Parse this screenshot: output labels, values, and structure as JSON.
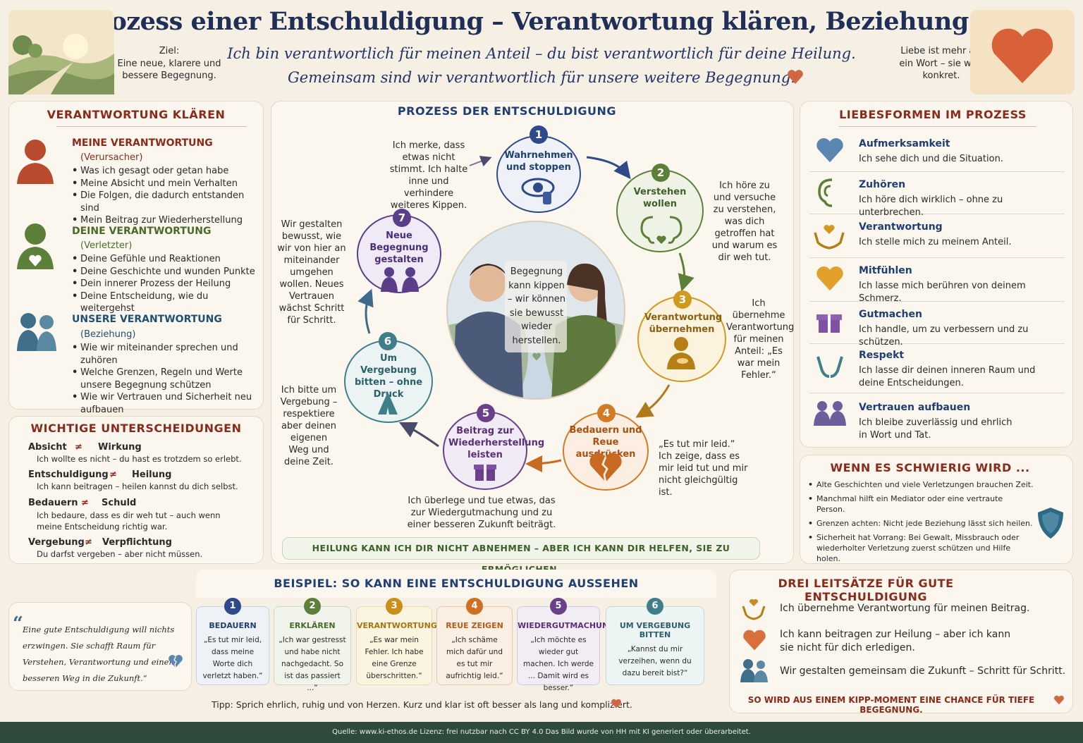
{
  "title": "Der Prozess einer Entschuldigung – Verantwortung klären, Beziehung heilen",
  "goal": {
    "label": "Ziel:",
    "text": "Eine neue, klarere und bessere Begegnung."
  },
  "motto": [
    "Ich bin verantwortlich für meinen Anteil – du bist verantwortlich für deine Heilung.",
    "Gemeinsam sind wir verantwortlich für unsere weitere Begegnung."
  ],
  "love_note": "Liebe ist mehr als ein Wort – sie wird konkret.",
  "responsibility": {
    "heading": "VERANTWORTUNG KLÄREN",
    "mine": {
      "title": "MEINE VERANTWORTUNG",
      "role": "(Verursacher)",
      "items": [
        "Was ich gesagt oder getan habe",
        "Meine Absicht und mein Verhalten",
        "Die Folgen, die dadurch entstanden sind",
        "Mein Beitrag zur Wiederherstellung"
      ]
    },
    "yours": {
      "title": "DEINE VERANTWORTUNG",
      "role": "(Verletzter)",
      "items": [
        "Deine Gefühle und Reaktionen",
        "Deine Geschichte und wunden Punkte",
        "Dein innerer Prozess der Heilung",
        "Deine Entscheidung, wie du weitergehst"
      ]
    },
    "ours": {
      "title": "UNSERE VERANTWORTUNG",
      "role": "(Beziehung)",
      "items": [
        "Wie wir miteinander sprechen und zuhören",
        "Welche Grenzen, Regeln und Werte unsere Begegnung schützen",
        "Wie wir Vertrauen und Sicherheit neu aufbauen"
      ]
    }
  },
  "distinctions": {
    "heading": "WICHTIGE UNTERSCHEIDUNGEN",
    "items": [
      {
        "a": "Absicht",
        "b": "Wirkung",
        "text": "Ich wollte es nicht – du hast es trotzdem so erlebt."
      },
      {
        "a": "Entschuldigung",
        "b": "Heilung",
        "text": "Ich kann beitragen – heilen kannst du dich selbst."
      },
      {
        "a": "Bedauern",
        "b": "Schuld",
        "text": "Ich bedaure, dass es dir weh tut – auch wenn meine Entscheidung richtig war."
      },
      {
        "a": "Vergebung",
        "b": "Verpflichtung",
        "text": "Du darfst vergeben – aber nicht müssen."
      }
    ],
    "neq": "≠"
  },
  "process": {
    "heading": "PROZESS DER ENTSCHULDIGUNG",
    "center": "Begegnung kann kippen – wir können sie bewusst wieder herstellen.",
    "steps": [
      {
        "n": "1",
        "title": "Wahrnehmen und stoppen",
        "desc": "Ich merke, dass etwas nicht stimmt. Ich halte inne und verhindere weiteres Kippen.",
        "color": "#2e4a8a"
      },
      {
        "n": "2",
        "title": "Verstehen wollen",
        "desc": "Ich höre zu und versuche zu verstehen, was dich getroffen hat und warum es dir weh tut.",
        "color": "#5c7f3a"
      },
      {
        "n": "3",
        "title": "Verantwortung übernehmen",
        "desc": "Ich übernehme Verantwortung für meinen Anteil: „Es war mein Fehler.“",
        "color": "#d19a1e"
      },
      {
        "n": "4",
        "title": "Bedauern und Reue ausdrücken",
        "desc": "„Es tut mir leid.“ Ich zeige, dass es mir leid tut und mir nicht gleichgültig ist.",
        "color": "#d57a24"
      },
      {
        "n": "5",
        "title": "Beitrag zur Wiederherstellung leisten",
        "desc": "Ich überlege und tue etwas, das zur Wiedergutmachung und zu einer besseren Zukunft beiträgt.",
        "color": "#6a3f8c"
      },
      {
        "n": "6",
        "title": "Um Vergebung bitten – ohne Druck",
        "desc": "Ich bitte um Vergebung – respektiere aber deinen eigenen Weg und deine Zeit.",
        "color": "#3f7f8a"
      },
      {
        "n": "7",
        "title": "Neue Begegnung gestalten",
        "desc": "Wir gestalten bewusst, wie wir von hier an miteinander umgehen wollen. Neues Vertrauen wächst Schritt für Schritt.",
        "color": "#5a3e8a"
      }
    ],
    "banner": "HEILUNG KANN ICH DIR NICHT ABNEHMEN – ABER ICH KANN DIR HELFEN, SIE ZU ERMÖGLICHEN."
  },
  "love_forms": {
    "heading": "LIEBESFORMEN IM PROZESS",
    "items": [
      {
        "title": "Aufmerksamkeit",
        "text": "Ich sehe dich und die Situation.",
        "icon": "heart-icon"
      },
      {
        "title": "Zuhören",
        "text": "Ich höre dich wirklich – ohne zu unterbrechen.",
        "icon": "ear-icon"
      },
      {
        "title": "Verantwortung",
        "text": "Ich stelle mich zu meinem Anteil.",
        "icon": "hands-heart-icon"
      },
      {
        "title": "Mitfühlen",
        "text": "Ich lasse mich berühren von deinem Schmerz.",
        "icon": "heart-icon"
      },
      {
        "title": "Gutmachen",
        "text": "Ich handle, um zu verbessern und zu schützen.",
        "icon": "gift-icon"
      },
      {
        "title": "Respekt",
        "text": "Ich lasse dir deinen inneren Raum und deine Entscheidungen.",
        "icon": "open-hands-icon"
      },
      {
        "title": "Vertrauen aufbauen",
        "text": "Ich bleibe zuverlässig und ehrlich in Wort und Tat.",
        "icon": "people-icon"
      }
    ]
  },
  "difficult": {
    "heading": "WENN ES SCHWIERIG WIRD ...",
    "items": [
      "Alte Geschichten und viele Verletzungen brauchen Zeit.",
      "Manchmal hilft ein Mediator oder eine vertraute Person.",
      "Grenzen achten: Nicht jede Beziehung lässt sich heilen.",
      "Sicherheit hat Vorrang: Bei Gewalt, Missbrauch oder wiederholter Verletzung zuerst schützen und Hilfe holen."
    ]
  },
  "example": {
    "heading": "BEISPIEL: SO KANN EINE ENTSCHULDIGUNG AUSSEHEN",
    "quote": "Eine gute Entschuldigung will nichts erzwingen. Sie schafft Raum für Verstehen, Verantwortung und einen besseren Weg in die Zukunft.“",
    "cards": [
      {
        "n": "1",
        "title": "BEDAUERN",
        "text": "„Es tut mir leid, dass meine Worte dich verletzt haben.“",
        "color": "#2e4a8a",
        "bg": "#eef1f6"
      },
      {
        "n": "2",
        "title": "ERKLÄREN",
        "text": "„Ich war gestresst und habe nicht nachgedacht. So ist das passiert ...“",
        "color": "#5c7f3a",
        "bg": "#f1f4ea"
      },
      {
        "n": "3",
        "title": "VERANTWORTUNG",
        "text": "„Es war mein Fehler. Ich habe eine Grenze überschritten.“",
        "color": "#c98f17",
        "bg": "#fbf4e0"
      },
      {
        "n": "4",
        "title": "REUE ZEIGEN",
        "text": "„Ich schäme mich dafür und es tut mir aufrichtig leid.“",
        "color": "#d06e22",
        "bg": "#fbeee2"
      },
      {
        "n": "5",
        "title": "WIEDERGUTMACHUNG",
        "text": "„Ich möchte es wieder gut machen. Ich werde ... Damit wird es besser.“",
        "color": "#6a3f8c",
        "bg": "#f2edf5"
      },
      {
        "n": "6",
        "title": "UM VERGEBUNG BITTEN",
        "text": "„Kannst du mir verzeihen, wenn du dazu bereit bist?“",
        "color": "#3f7f8a",
        "bg": "#edf4f4"
      }
    ],
    "tip": "Tipp: Sprich ehrlich, ruhig und von Herzen. Kurz und klar ist oft besser als lang und kompliziert."
  },
  "principles": {
    "heading": "DREI LEITSÄTZE FÜR GUTE ENTSCHULDIGUNG",
    "items": [
      "Ich übernehme Verantwortung für meinen Beitrag.",
      "Ich kann beitragen zur Heilung – aber ich kann sie nicht für dich erledigen.",
      "Wir gestalten gemeinsam die Zukunft – Schritt für Schritt."
    ],
    "closing": "SO WIRD AUS EINEM KIPP-MOMENT EINE CHANCE FÜR TIEFE BEGEGNUNG."
  },
  "footer": "Quelle: www.ki-ethos.de Lizenz: frei nutzbar nach CC BY 4.0 Das Bild wurde von HH mit KI generiert oder überarbeitet."
}
